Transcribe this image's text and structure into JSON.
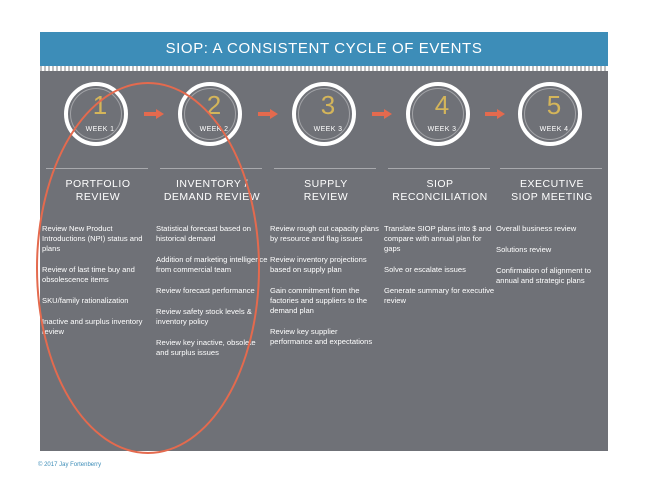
{
  "header": {
    "title": "SIOP: A CONSISTENT CYCLE OF EVENTS"
  },
  "columns": [
    {
      "number": "1",
      "week": "WEEK 1",
      "title_line1": "PORTFOLIO",
      "title_line2": "REVIEW",
      "items": [
        "Review New Product Introductions (NPI) status and plans",
        "Review of last time buy and obsolescence items",
        "SKU/family rationalization",
        "Inactive and surplus inventory review"
      ]
    },
    {
      "number": "2",
      "week": "WEEK 2",
      "title_line1": "INVENTORY /",
      "title_line2": "DEMAND REVIEW",
      "items": [
        "Statistical forecast based on historical demand",
        "Addition of marketing intelligence from commercial team",
        "Review forecast performance",
        "Review safety stock levels & inventory policy",
        "Review key inactive, obsolete and surplus issues"
      ]
    },
    {
      "number": "3",
      "week": "WEEK 3",
      "title_line1": "SUPPLY",
      "title_line2": "REVIEW",
      "items": [
        "Review rough cut capacity plans by resource and flag issues",
        "Review inventory projections based on supply plan",
        "Gain commitment from the factories and suppliers to the demand plan",
        "Review key supplier performance and expectations"
      ]
    },
    {
      "number": "4",
      "week": "WEEK 3",
      "title_line1": "SIOP",
      "title_line2": "RECONCILIATION",
      "items": [
        "Translate SIOP plans into $ and compare with annual plan for gaps",
        "Solve or escalate issues",
        "Generate summary for executive review"
      ]
    },
    {
      "number": "5",
      "week": "WEEK 4",
      "title_line1": "EXECUTIVE",
      "title_line2": "SIOP MEETING",
      "items": [
        "Overall business review",
        "Solutions review",
        "Confirmation of alignment to annual and strategic plans"
      ]
    }
  ],
  "footer": {
    "copyright": "© 2017 Jay Fortenberry"
  },
  "colors": {
    "header": "#3d8db8",
    "panel": "#6f7177",
    "number": "#d4b55a",
    "arrow": "#e46a4e",
    "highlight_ellipse": "#e46a4e"
  }
}
